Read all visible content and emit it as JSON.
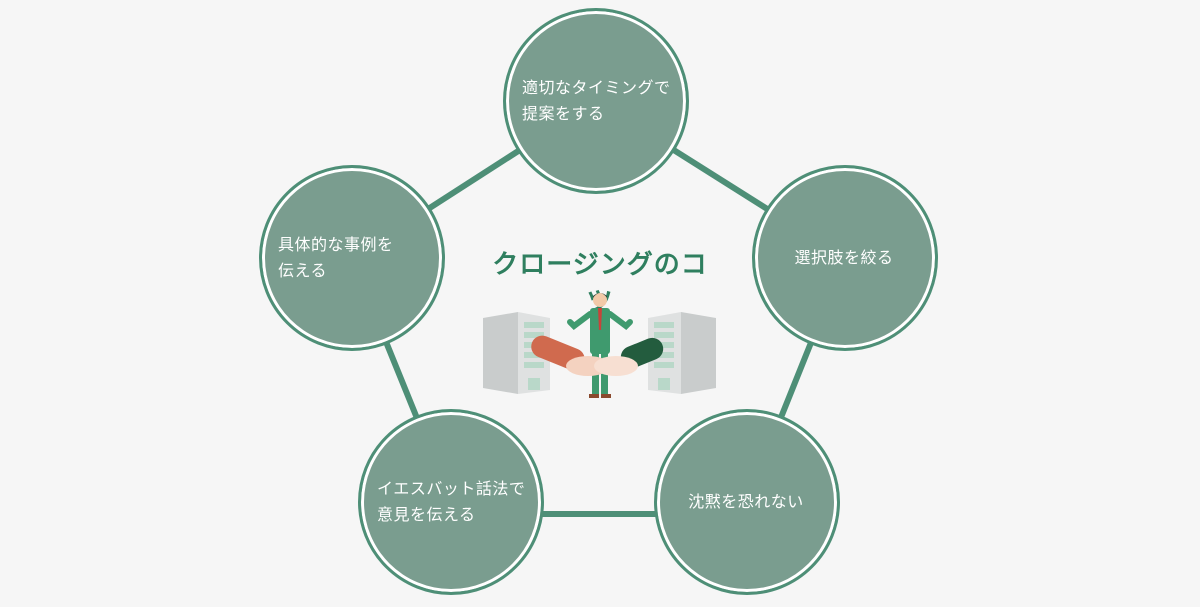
{
  "diagram": {
    "title": "クロージングのコツ",
    "nodes": [
      {
        "id": "top",
        "label": "適切なタイミングで\n提案をする"
      },
      {
        "id": "right",
        "label": "選択肢を絞る"
      },
      {
        "id": "bottom_right",
        "label": "沈黙を恐れない"
      },
      {
        "id": "bottom_left",
        "label": "イエスバット話法で\n意見を伝える"
      },
      {
        "id": "left",
        "label": "具体的な事例を\n伝える"
      }
    ]
  },
  "colors": {
    "node_fill": "#7a9d8f",
    "node_border": "#4e8f77",
    "connector": "#4e8f77",
    "title": "#2f7f5f",
    "background": "#f6f6f6"
  }
}
